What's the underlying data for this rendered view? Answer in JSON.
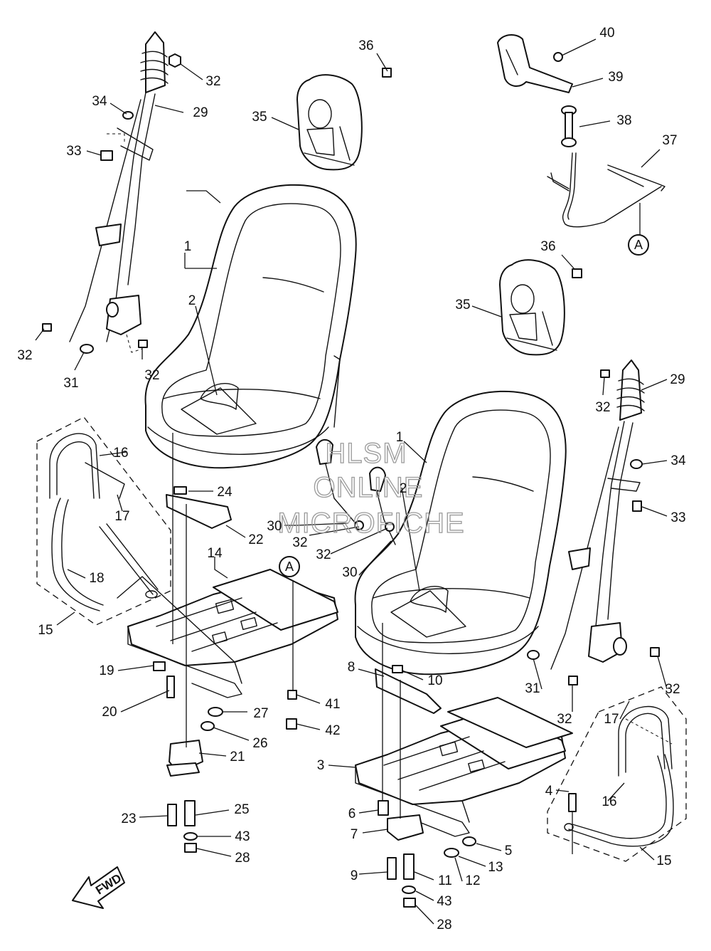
{
  "watermark": {
    "line1": "HLSM",
    "line2": "ONLINE",
    "line3": "MICROFICHE"
  },
  "direction_label": "FWD",
  "reference_marker": "A",
  "callouts": [
    {
      "id": "c32a",
      "label": "32"
    },
    {
      "id": "c36a",
      "label": "36"
    },
    {
      "id": "c40",
      "label": "40"
    },
    {
      "id": "c39",
      "label": "39"
    },
    {
      "id": "c34a",
      "label": "34"
    },
    {
      "id": "c29a",
      "label": "29"
    },
    {
      "id": "c35a",
      "label": "35"
    },
    {
      "id": "c38",
      "label": "38"
    },
    {
      "id": "c33a",
      "label": "33"
    },
    {
      "id": "c37",
      "label": "37"
    },
    {
      "id": "c1a",
      "label": "1"
    },
    {
      "id": "c36b",
      "label": "36"
    },
    {
      "id": "c2a",
      "label": "2"
    },
    {
      "id": "c35b",
      "label": "35"
    },
    {
      "id": "c32b",
      "label": "32"
    },
    {
      "id": "c32c",
      "label": "32"
    },
    {
      "id": "c31a",
      "label": "31"
    },
    {
      "id": "c29b",
      "label": "29"
    },
    {
      "id": "c32d",
      "label": "32"
    },
    {
      "id": "c1b",
      "label": "1"
    },
    {
      "id": "c16a",
      "label": "16"
    },
    {
      "id": "c34b",
      "label": "34"
    },
    {
      "id": "c2b",
      "label": "2"
    },
    {
      "id": "c24",
      "label": "24"
    },
    {
      "id": "c17a",
      "label": "17"
    },
    {
      "id": "c33b",
      "label": "33"
    },
    {
      "id": "c30a",
      "label": "30"
    },
    {
      "id": "c22",
      "label": "22"
    },
    {
      "id": "c32e",
      "label": "32"
    },
    {
      "id": "c32f",
      "label": "32"
    },
    {
      "id": "c14",
      "label": "14"
    },
    {
      "id": "c30b",
      "label": "30"
    },
    {
      "id": "c18",
      "label": "18"
    },
    {
      "id": "c15a",
      "label": "15"
    },
    {
      "id": "c8",
      "label": "8"
    },
    {
      "id": "c31b",
      "label": "31"
    },
    {
      "id": "c32g",
      "label": "32"
    },
    {
      "id": "c19",
      "label": "19"
    },
    {
      "id": "c10",
      "label": "10"
    },
    {
      "id": "c32h",
      "label": "32"
    },
    {
      "id": "c20",
      "label": "20"
    },
    {
      "id": "c41",
      "label": "41"
    },
    {
      "id": "c27",
      "label": "27"
    },
    {
      "id": "c42",
      "label": "42"
    },
    {
      "id": "c17b",
      "label": "17"
    },
    {
      "id": "c26",
      "label": "26"
    },
    {
      "id": "c21",
      "label": "21"
    },
    {
      "id": "c3",
      "label": "3"
    },
    {
      "id": "c4",
      "label": "4"
    },
    {
      "id": "c16b",
      "label": "16"
    },
    {
      "id": "c25",
      "label": "25"
    },
    {
      "id": "c23",
      "label": "23"
    },
    {
      "id": "c6",
      "label": "6"
    },
    {
      "id": "c43a",
      "label": "43"
    },
    {
      "id": "c7",
      "label": "7"
    },
    {
      "id": "c5",
      "label": "5"
    },
    {
      "id": "c28a",
      "label": "28"
    },
    {
      "id": "c15b",
      "label": "15"
    },
    {
      "id": "c13",
      "label": "13"
    },
    {
      "id": "c9",
      "label": "9"
    },
    {
      "id": "c11",
      "label": "11"
    },
    {
      "id": "c12",
      "label": "12"
    },
    {
      "id": "c43b",
      "label": "43"
    },
    {
      "id": "c28b",
      "label": "28"
    }
  ]
}
